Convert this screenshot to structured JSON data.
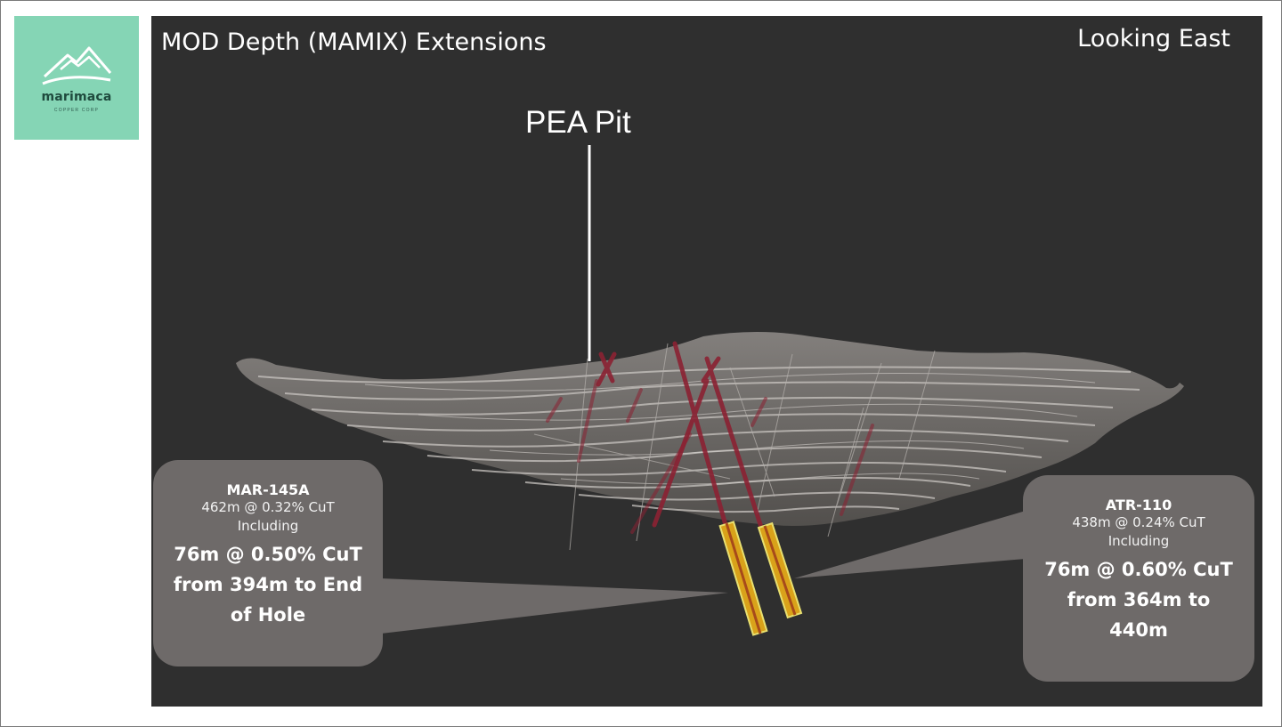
{
  "logo": {
    "name": "marimaca",
    "tagline": "COPPER CORP"
  },
  "slide": {
    "title": "MOD Depth (MAMIX) Extensions",
    "view": "Looking East",
    "pit_label": "PEA Pit"
  },
  "callouts": [
    {
      "hole_id": "MAR-145A",
      "line1": "462m @ 0.32% CuT",
      "line2": "Including",
      "highlight": "76m @ 0.50% CuT from 394m to End of Hole"
    },
    {
      "hole_id": "ATR-110",
      "line1": "438m @ 0.24% CuT",
      "line2": "Including",
      "highlight": "76m @ 0.60% CuT from 364m to 440m"
    }
  ],
  "colors": {
    "background": "#2f2f2f",
    "logo_bg": "#85d5b5",
    "callout_bg": "#6e6a69",
    "drillhole": "#8b2233",
    "intercept": "#d9a21a",
    "intercept_outline": "#e8e070"
  }
}
